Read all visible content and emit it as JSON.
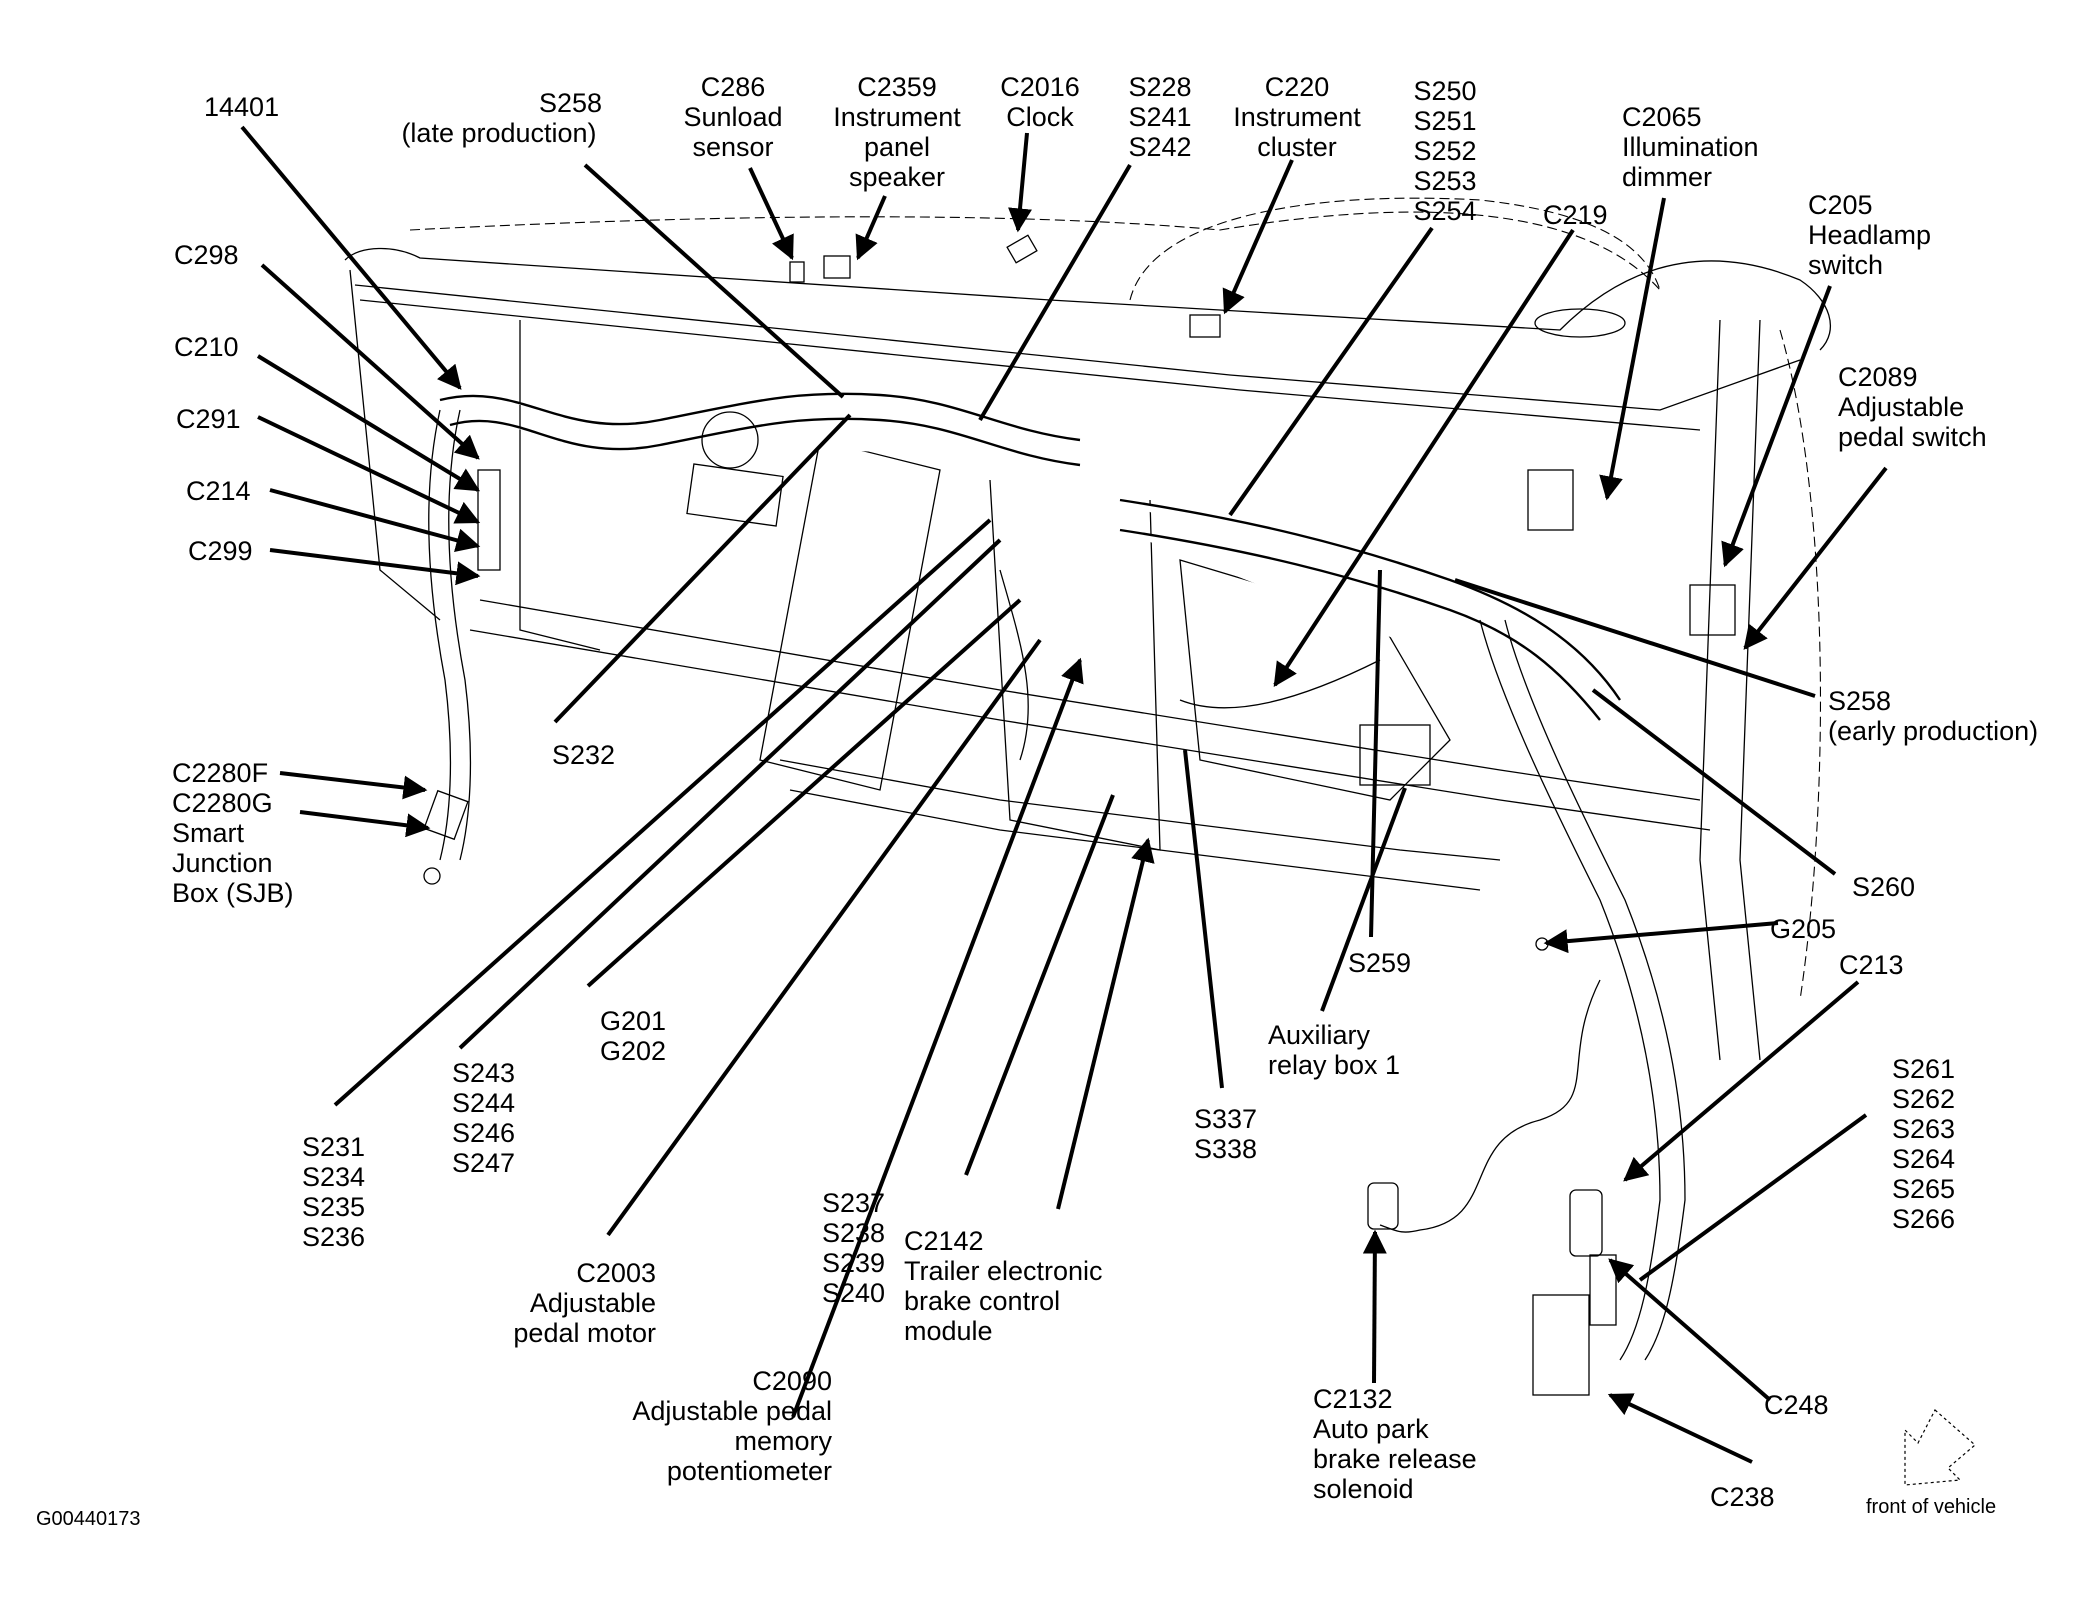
{
  "figure_id": "G00440173",
  "orientation_note": "front of vehicle",
  "labels": [
    {
      "id": "14401",
      "lines": [
        "14401"
      ]
    },
    {
      "id": "s258-late",
      "lines": [
        "S258",
        "(late production)"
      ]
    },
    {
      "id": "c286",
      "lines": [
        "C286",
        "Sunload",
        "sensor"
      ]
    },
    {
      "id": "c2359",
      "lines": [
        "C2359",
        "Instrument",
        "panel",
        "speaker"
      ]
    },
    {
      "id": "c2016",
      "lines": [
        "C2016",
        "Clock"
      ]
    },
    {
      "id": "s228-group",
      "lines": [
        "S228",
        "S241",
        "S242"
      ]
    },
    {
      "id": "c220",
      "lines": [
        "C220",
        "Instrument",
        "cluster"
      ]
    },
    {
      "id": "s250-group",
      "lines": [
        "S250",
        "S251",
        "S252",
        "S253",
        "S254"
      ]
    },
    {
      "id": "c219",
      "lines": [
        "C219"
      ]
    },
    {
      "id": "c2065",
      "lines": [
        "C2065",
        "Illumination",
        "dimmer"
      ]
    },
    {
      "id": "c205",
      "lines": [
        "C205",
        "Headlamp",
        "switch"
      ]
    },
    {
      "id": "c2089",
      "lines": [
        "C2089",
        "Adjustable",
        "pedal switch"
      ]
    },
    {
      "id": "c298",
      "lines": [
        "C298"
      ]
    },
    {
      "id": "c210",
      "lines": [
        "C210"
      ]
    },
    {
      "id": "c291",
      "lines": [
        "C291"
      ]
    },
    {
      "id": "c214",
      "lines": [
        "C214"
      ]
    },
    {
      "id": "c299",
      "lines": [
        "C299"
      ]
    },
    {
      "id": "s258-early",
      "lines": [
        "S258",
        "(early production)"
      ]
    },
    {
      "id": "s232",
      "lines": [
        "S232"
      ]
    },
    {
      "id": "c2280",
      "lines": [
        "C2280F",
        "C2280G",
        "Smart",
        "Junction",
        "Box (SJB)"
      ]
    },
    {
      "id": "s260",
      "lines": [
        "S260"
      ]
    },
    {
      "id": "g205",
      "lines": [
        "G205"
      ]
    },
    {
      "id": "s259",
      "lines": [
        "S259"
      ]
    },
    {
      "id": "c213",
      "lines": [
        "C213"
      ]
    },
    {
      "id": "g201-group",
      "lines": [
        "G201",
        "G202"
      ]
    },
    {
      "id": "aux-relay",
      "lines": [
        "Auxiliary",
        "relay box 1"
      ]
    },
    {
      "id": "s243-group",
      "lines": [
        "S243",
        "S244",
        "S246",
        "S247"
      ]
    },
    {
      "id": "s231-group",
      "lines": [
        "S231",
        "S234",
        "S235",
        "S236"
      ]
    },
    {
      "id": "s337-group",
      "lines": [
        "S337",
        "S338"
      ]
    },
    {
      "id": "s261-group",
      "lines": [
        "S261",
        "S262",
        "S263",
        "S264",
        "S265",
        "S266"
      ]
    },
    {
      "id": "c2003",
      "lines": [
        "C2003",
        "Adjustable",
        "pedal motor"
      ]
    },
    {
      "id": "s237-group",
      "lines": [
        "S237",
        "S238",
        "S239",
        "S240"
      ]
    },
    {
      "id": "c2142",
      "lines": [
        "C2142",
        "Trailer electronic",
        "brake control",
        "module"
      ]
    },
    {
      "id": "c2090",
      "lines": [
        "C2090",
        "Adjustable pedal",
        "memory",
        "potentiometer"
      ]
    },
    {
      "id": "c2132",
      "lines": [
        "C2132",
        "Auto park",
        "brake release",
        "solenoid"
      ]
    },
    {
      "id": "c248",
      "lines": [
        "C248"
      ]
    },
    {
      "id": "c238",
      "lines": [
        "C238"
      ]
    }
  ]
}
